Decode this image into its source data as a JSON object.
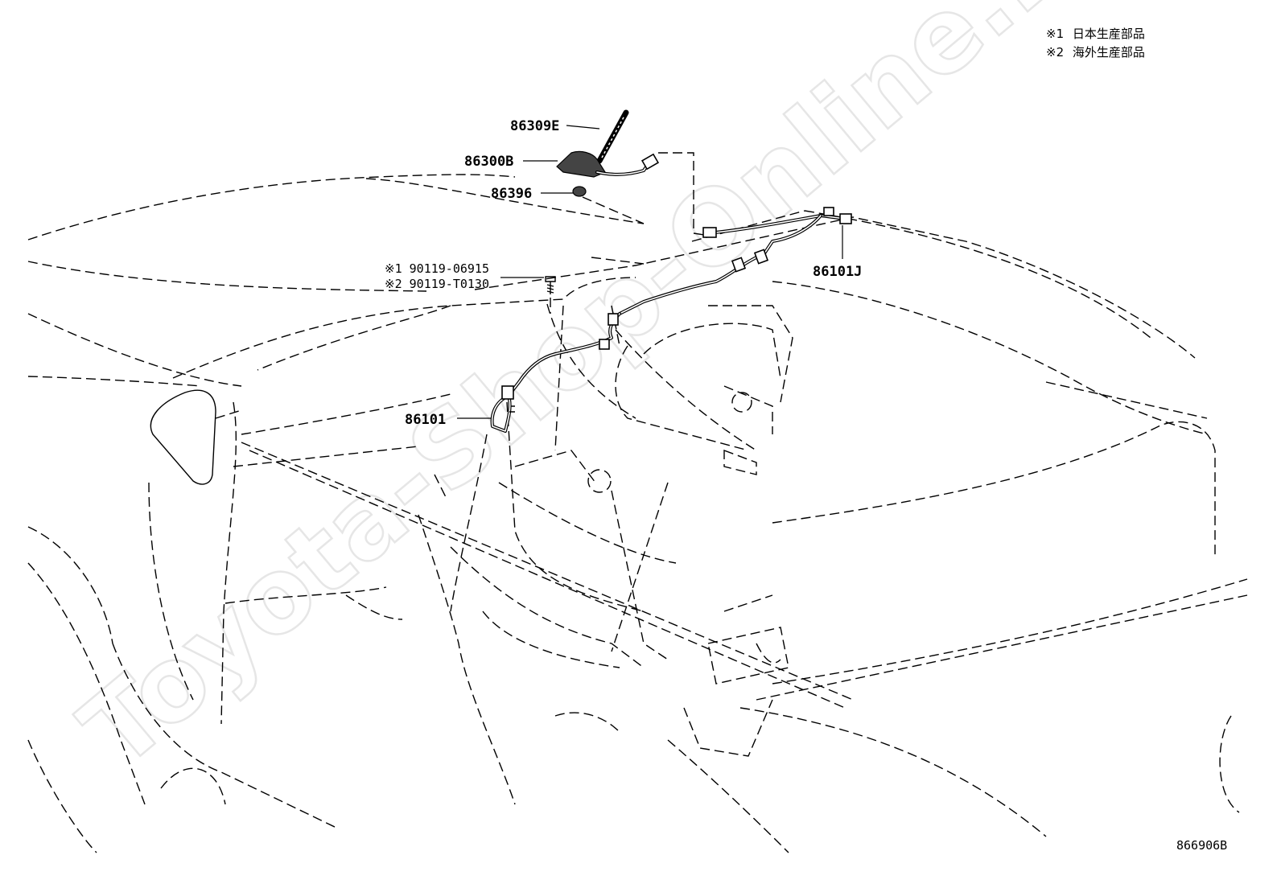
{
  "notes": [
    {
      "mark": "※1",
      "text": "日本生産部品"
    },
    {
      "mark": "※2",
      "text": "海外生産部品"
    }
  ],
  "callouts": {
    "antenna_rod": "86309E",
    "antenna_base": "86300B",
    "grommet": "86396",
    "bolt_1": "※1 90119-06915",
    "bolt_2": "※2 90119-T0130",
    "harness_roof": "86101J",
    "harness_pillar": "86101"
  },
  "diagram_code": "866906B",
  "watermark": "Toyota-Shop-Online.ru",
  "colors": {
    "line": "#000000",
    "background": "#ffffff",
    "watermark": "#e6e6e6"
  }
}
